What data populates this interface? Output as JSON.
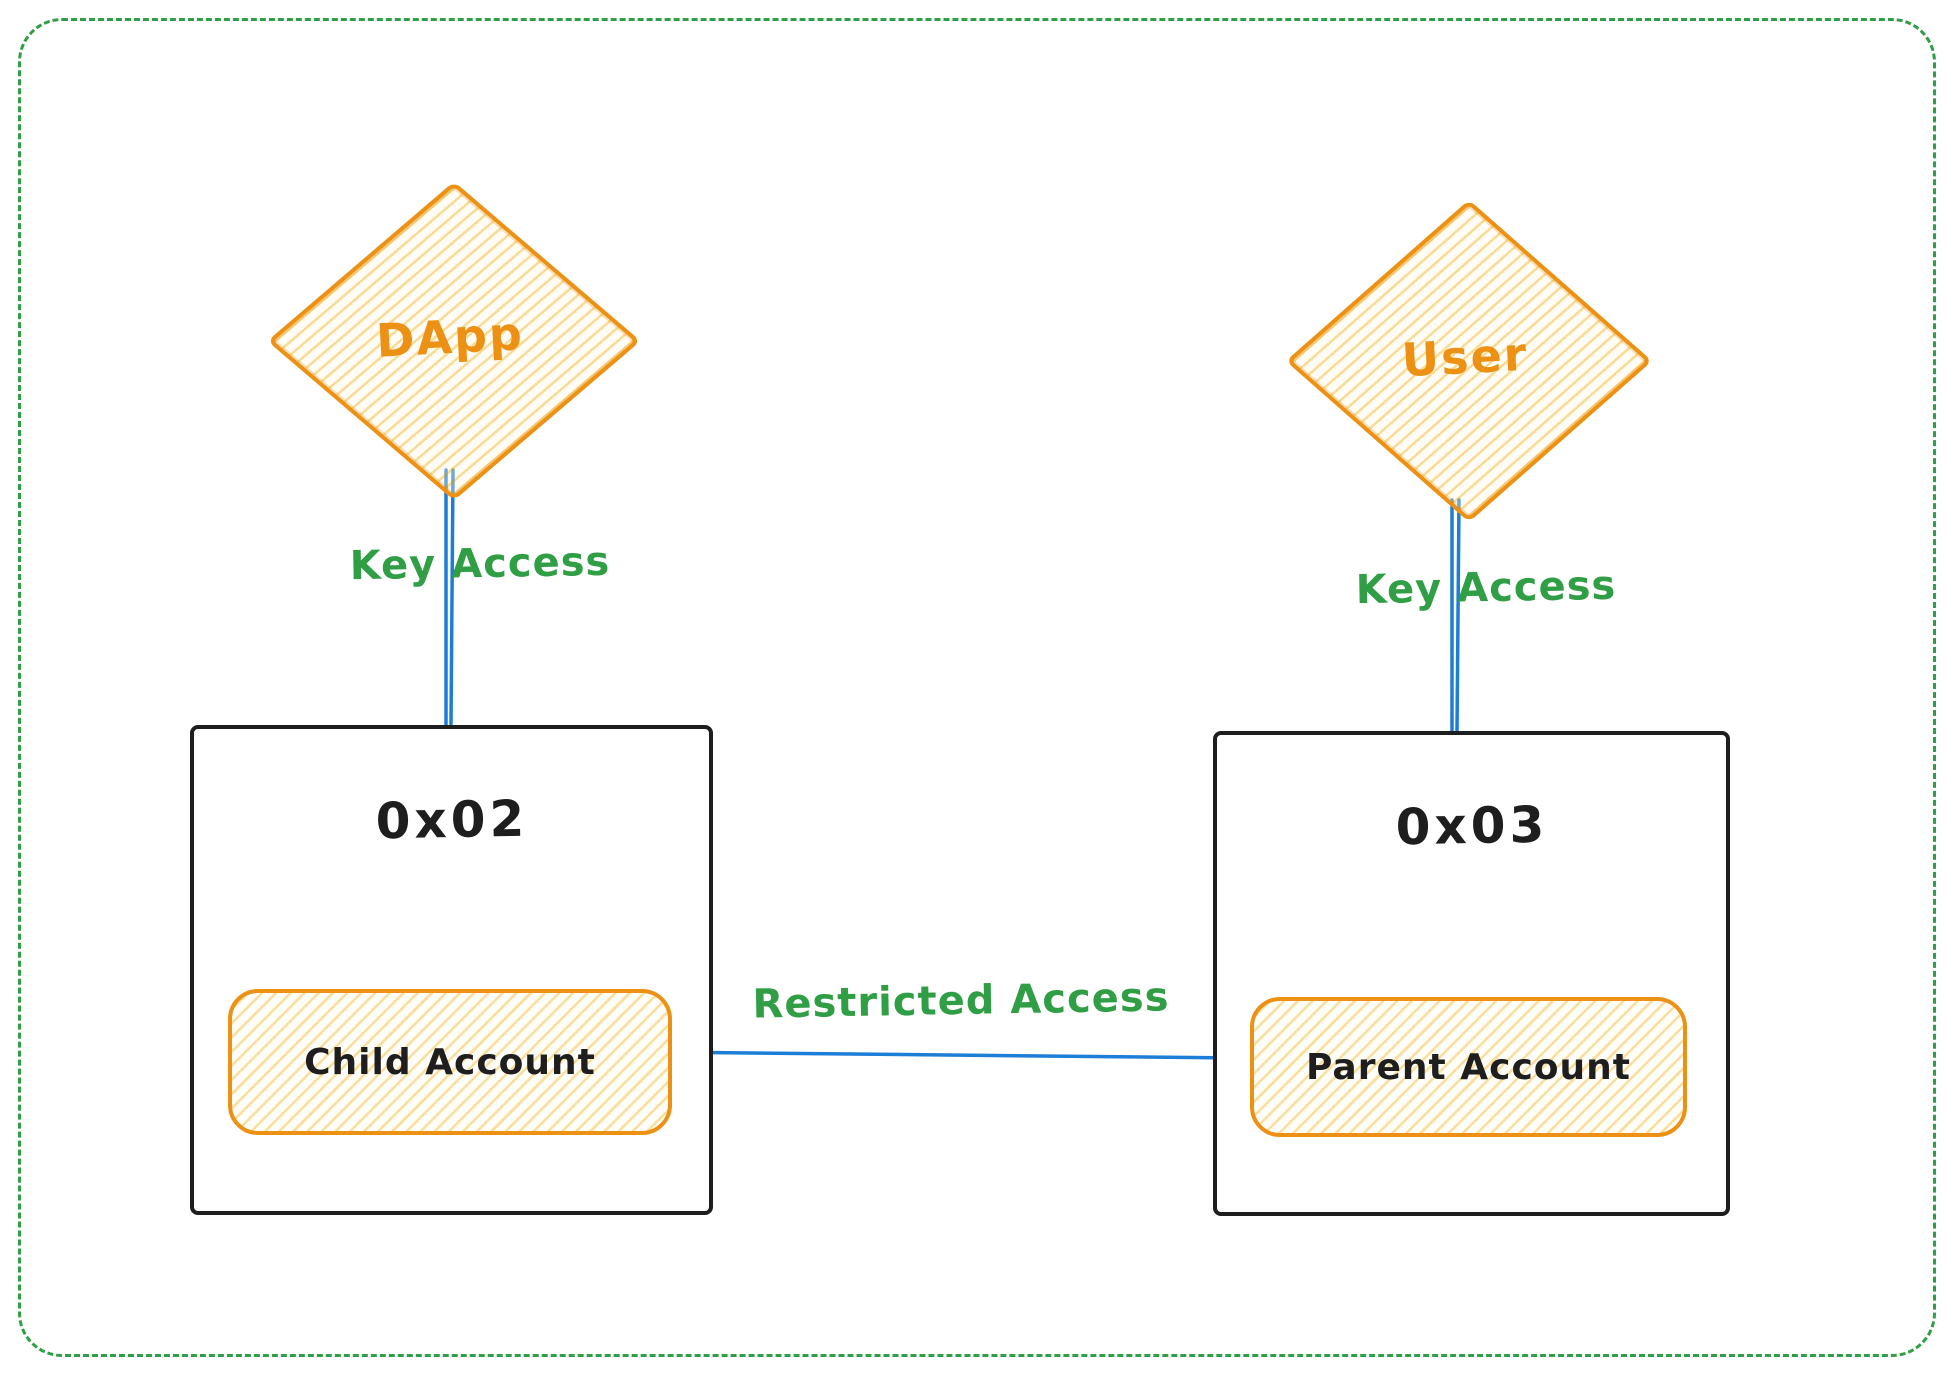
{
  "canvas": {
    "background": "#ffffff",
    "frame_color": "#2f9e44"
  },
  "nodes": {
    "dapp": {
      "label": "DApp"
    },
    "user": {
      "label": "User"
    },
    "child_wallet": {
      "address": "0x02",
      "account": "Child Account"
    },
    "parent_wallet": {
      "address": "0x03",
      "account": "Parent Account"
    }
  },
  "edges": {
    "dapp_to_child": {
      "label": "Key Access"
    },
    "user_to_parent": {
      "label": "Key Access"
    },
    "parent_to_child": {
      "label": "Restricted Access"
    }
  },
  "colors": {
    "orange": "#ec9113",
    "yellow_hatch": "#f7bd3e",
    "green": "#2f9e44",
    "blue": "#1c7ed6",
    "ink": "#1e1e1e"
  }
}
